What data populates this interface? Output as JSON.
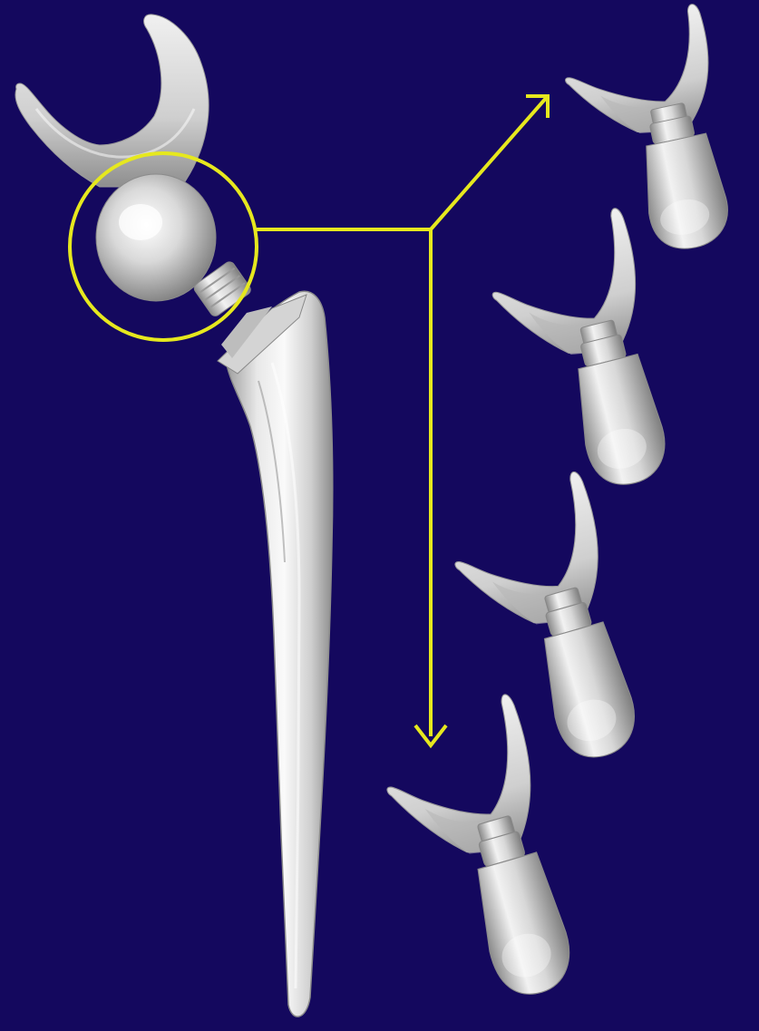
{
  "colors": {
    "background": "#14085e",
    "highlight": "#e6e81e",
    "metal_light": "#f4f4f4",
    "metal_mid": "#c9c9c9",
    "metal_dark": "#8a8a8a"
  },
  "figure": {
    "main_implant": {
      "parts": [
        "acetabular-cup",
        "femoral-head",
        "taper-neck",
        "femoral-stem"
      ]
    },
    "highlight": {
      "shape": "circle",
      "target": "femoral-head"
    },
    "connector": {
      "style": "bracket-arrows",
      "arrow_targets": [
        "variant-1",
        "variant-4"
      ]
    },
    "variants": [
      {
        "id": "variant-1",
        "neck_length": "short"
      },
      {
        "id": "variant-2",
        "neck_length": "medium"
      },
      {
        "id": "variant-3",
        "neck_length": "long"
      },
      {
        "id": "variant-4",
        "neck_length": "extra-long"
      }
    ]
  }
}
